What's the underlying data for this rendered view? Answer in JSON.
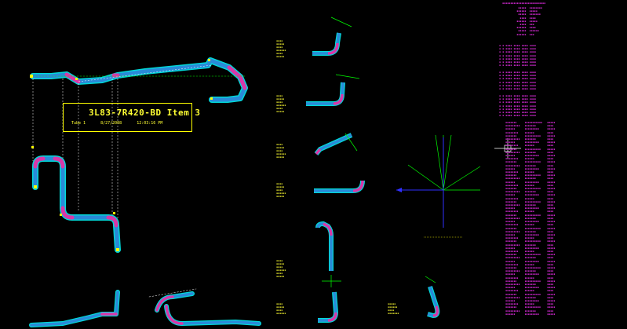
{
  "title_block": {
    "title": "3L83-7R420-BD Item 3",
    "tube": "Tube 1",
    "date": "8/27/2008",
    "time": "12:03:16 PM"
  },
  "colors": {
    "background": "#000000",
    "tube_body": "#2a8ad8",
    "tube_edge": "#00d8d8",
    "bend": "#d838a8",
    "end_marker": "#ffff00",
    "centerline": "#00ff00",
    "title_text": "#ffff33",
    "table_text": "#ff33ff",
    "axis_blue": "#3030ff",
    "axis_green": "#00ff00"
  }
}
